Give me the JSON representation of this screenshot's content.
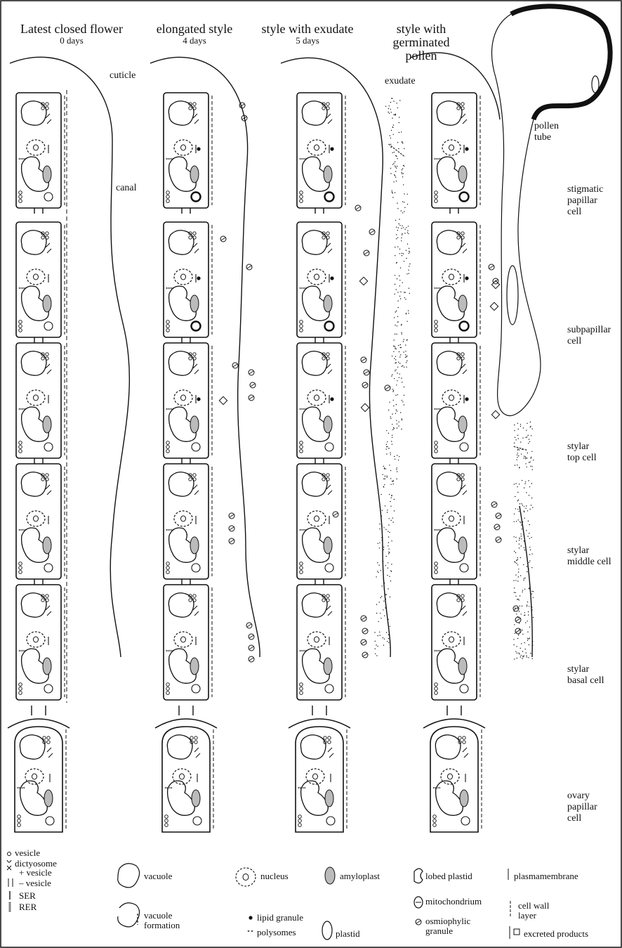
{
  "columns": [
    {
      "title": "Latest closed flower",
      "age": "0 days"
    },
    {
      "title": "elongated style",
      "age": "4 days"
    },
    {
      "title": "style with exudate",
      "age": "5 days"
    },
    {
      "title": "style with\ngerminated\npollen",
      "age": ""
    }
  ],
  "annotations": {
    "cuticle": "cuticle",
    "canal": "canal",
    "exudate": "exudate",
    "pollen_tube": "pollen\ntube"
  },
  "cell_types": [
    "stigmatic\npapillar\ncell",
    "subpapillar\ncell",
    "stylar\ntop cell",
    "stylar\nmiddle cell",
    "stylar\nbasal cell",
    "ovary\npapillar\ncell"
  ],
  "legend": {
    "vesicle": "vesicle",
    "dictyosome": "dictyosome",
    "plus_vesicle": "+ vesicle",
    "minus_vesicle": "– vesicle",
    "ser": "SER",
    "rer": "RER",
    "vacuole": "vacuole",
    "vacuole_formation": "vacuole\nformation",
    "nucleus": "nucleus",
    "lipid_granule": "lipid granule",
    "polysomes": "polysomes",
    "amyloplast": "amyloplast",
    "plastid": "plastid",
    "lobed_plastid": "lobed plastid",
    "mitochondrium": "mitochondrium",
    "osmiophylic_granule": "osmiophylic\ngranule",
    "plasmamembrane": "plasmamembrane",
    "cell_wall_layer": "cell wall\nlayer",
    "excreted_products": "excreted products"
  }
}
